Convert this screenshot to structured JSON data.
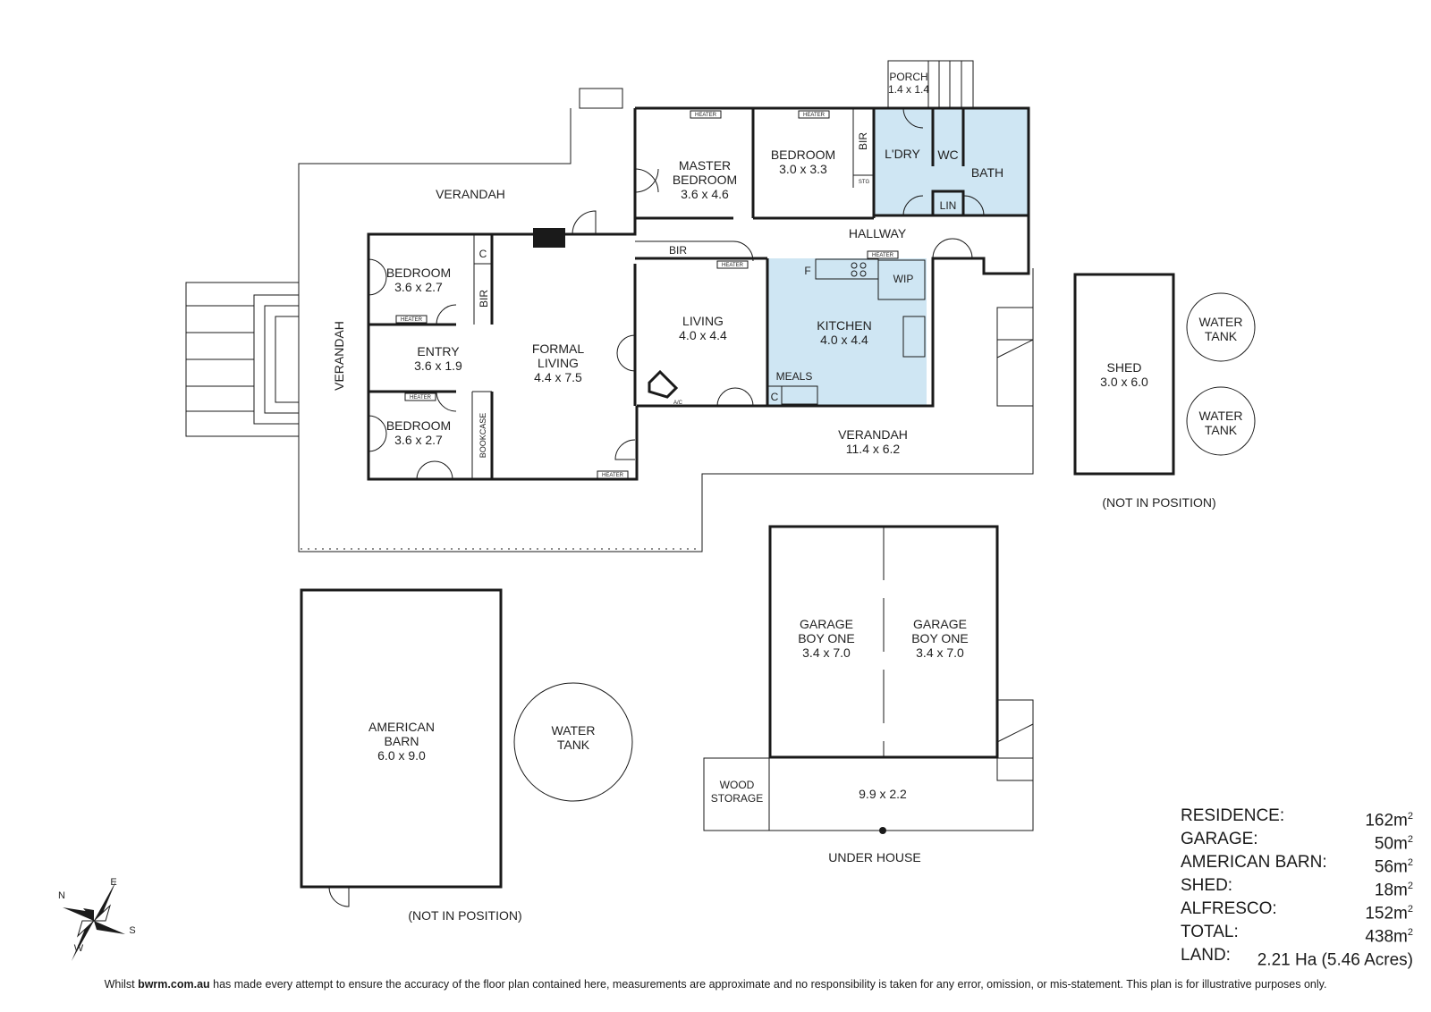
{
  "rooms": {
    "porch": {
      "name": "PORCH",
      "dims": "1.4 x 1.4"
    },
    "master_bedroom": {
      "line1": "MASTER",
      "line2": "BEDROOM",
      "dims": "3.6 x 4.6"
    },
    "bedroom_top": {
      "name": "BEDROOM",
      "dims": "3.0 x 3.3"
    },
    "bir_top": "BIR",
    "stg": "STG",
    "laundry": "L'DRY",
    "wc": "WC",
    "bath": "BATH",
    "lin": "LIN",
    "hallway": "HALLWAY",
    "verandah_top": "VERANDAH",
    "verandah_left": "VERANDAH",
    "bir_mid": "BIR",
    "bedroom_left_top": {
      "name": "BEDROOM",
      "dims": "3.6 x 2.7"
    },
    "closet_c": "C",
    "bir_left": "BIR",
    "entry": {
      "name": "ENTRY",
      "dims": "3.6 x 1.9"
    },
    "formal_living": {
      "line1": "FORMAL",
      "line2": "LIVING",
      "dims": "4.4 x 7.5"
    },
    "living": {
      "name": "LIVING",
      "dims": "4.0 x 4.4"
    },
    "kitchen": {
      "name": "KITCHEN",
      "dims": "4.0 x 4.4"
    },
    "fridge": "F",
    "wip": "WIP",
    "meals": "MEALS",
    "kitchen_c": "C",
    "bedroom_left_bottom": {
      "name": "BEDROOM",
      "dims": "3.6 x 2.7"
    },
    "bookcase": "BOOKCASE",
    "verandah_bottom": {
      "name": "VERANDAH",
      "dims": "11.4 x 6.2"
    },
    "ac": "A/C",
    "shed": {
      "name": "SHED",
      "dims": "3.0 x 6.0"
    },
    "water_tank_1": {
      "line1": "WATER",
      "line2": "TANK"
    },
    "water_tank_2": {
      "line1": "WATER",
      "line2": "TANK"
    },
    "water_tank_3": {
      "line1": "WATER",
      "line2": "TANK"
    },
    "shed_note": "(NOT IN POSITION)",
    "garage_left": {
      "line1": "GARAGE",
      "line2": "BOY ONE",
      "dims": "3.4 x 7.0"
    },
    "garage_right": {
      "line1": "GARAGE",
      "line2": "BOY ONE",
      "dims": "3.4 x 7.0"
    },
    "wood_storage": {
      "line1": "WOOD",
      "line2": "STORAGE"
    },
    "under_house_area": "9.9 x 2.2",
    "under_house": "UNDER HOUSE",
    "american_barn": {
      "line1": "AMERICAN",
      "line2": "BARN",
      "dims": "6.0 x 9.0"
    },
    "barn_note": "(NOT IN POSITION)"
  },
  "heater_label": "HEATER",
  "compass": {
    "n": "N",
    "e": "E",
    "s": "S",
    "w": "W"
  },
  "areas": [
    {
      "label": "RESIDENCE:",
      "value": "162m",
      "sup": "2"
    },
    {
      "label": "GARAGE:",
      "value": "50m",
      "sup": "2"
    },
    {
      "label": "AMERICAN BARN:",
      "value": "56m",
      "sup": "2"
    },
    {
      "label": "SHED:",
      "value": "18m",
      "sup": "2"
    },
    {
      "label": "ALFRESCO:",
      "value": "152m",
      "sup": "2"
    },
    {
      "label": "TOTAL:",
      "value": "438m",
      "sup": "2"
    },
    {
      "label": "LAND:",
      "value": "2.21 Ha (5.46 Acres)",
      "sup": ""
    }
  ],
  "disclaimer": {
    "prefix": "Whilst ",
    "site": "bwrm.com.au",
    "text": " has made every attempt to ensure the accuracy of the floor plan contained here, measurements are approximate and no responsibility is taken for any error, omission, or mis-statement. This plan is for illustrative purposes only."
  },
  "colors": {
    "wet_area": "#cfe6f3",
    "wall": "#1a1a1a"
  }
}
